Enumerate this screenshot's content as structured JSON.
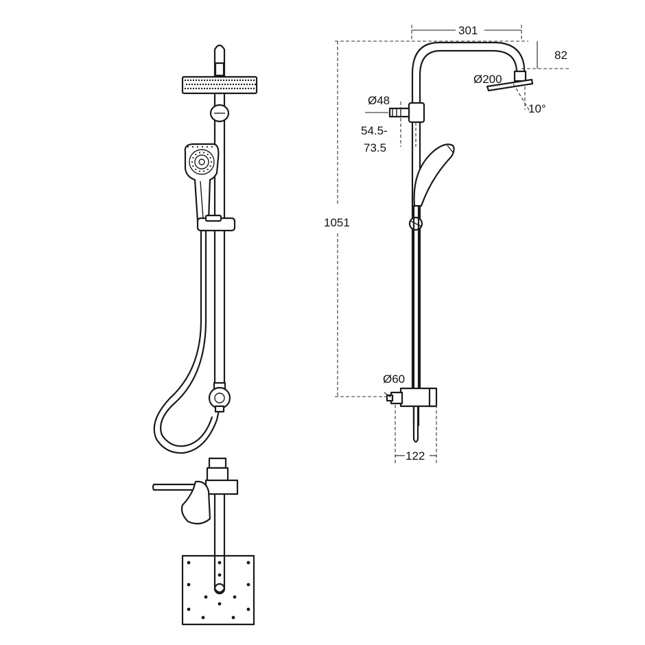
{
  "dimensions": {
    "top_projection": "301",
    "head_drop": "82",
    "head_diameter": "Ø200",
    "bracket_diameter": "Ø48",
    "bracket_depth_min": "54.5-",
    "bracket_depth_max": "73.5",
    "head_tilt": "10°",
    "total_height": "1051",
    "valve_diameter": "Ø60",
    "valve_depth": "122"
  },
  "colors": {
    "line": "#1a1a1a",
    "background": "#ffffff"
  }
}
